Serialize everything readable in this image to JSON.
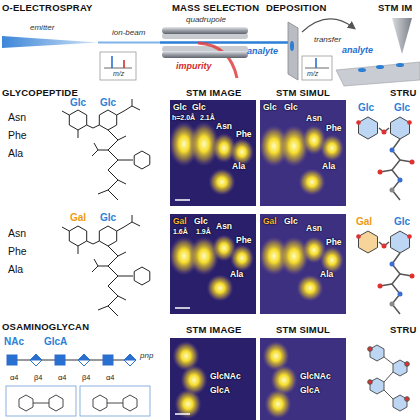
{
  "diagram": {
    "nodes": [
      {
        "text": [
          "Glc",
          "Glc",
          "h=2.0Å",
          "2.1Å",
          "Asn",
          "Phe",
          "Ala"
        ]
      },
      {
        "text": [
          "Glc",
          "Glc",
          "Asn",
          "Phe",
          "Ala"
        ]
      },
      {
        "text": [
          "Gal",
          "Glc",
          "1.6Å",
          "1.9Å",
          "Asn",
          "Phe",
          "Ala"
        ]
      },
      {
        "text": [
          "Gal",
          "Glc",
          "Asn",
          "Phe",
          "Ala"
        ]
      },
      {
        "text": [
          "GlcNAc",
          "GlcA"
        ]
      },
      {
        "text": [
          "GlcNAc",
          "GlcA"
        ]
      }
    ],
    "labels": [
      "O-ELECTROSPRAY",
      "emitter",
      "ion-beam",
      "m/z",
      "MASS SELECTION",
      "quadrupole",
      "impurity",
      "analyte",
      "DEPOSITION",
      "m/z",
      "STM IM",
      "transfer",
      "analyte",
      "GLYCOPEPTIDE",
      "Glc",
      "Glc",
      "Asn",
      "Phe",
      "Ala",
      "STM IMAGE",
      "STM SIMUL",
      "STRU",
      "Glc",
      "Glc",
      "Gal",
      "Glc",
      "Asn",
      "Phe",
      "Ala",
      "Gal",
      "Glc",
      "OSAMINOGLYCAN",
      "NAc",
      "GlcA",
      "pnp",
      "α4",
      "β4",
      "α4",
      "β4",
      "α4",
      "STM IMAGE",
      "STM SIMUL",
      "STRU"
    ]
  }
}
